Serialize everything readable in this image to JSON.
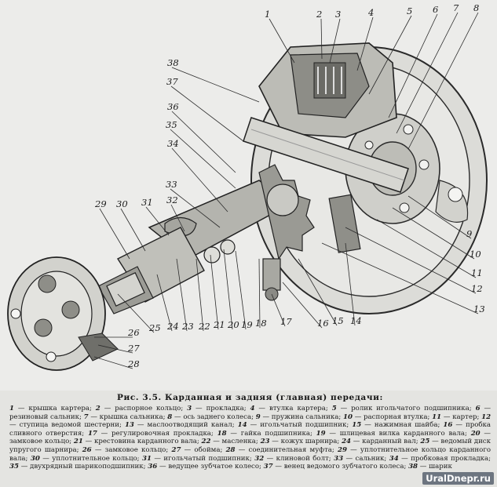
{
  "figure": {
    "callouts": [
      "1",
      "2",
      "3",
      "4",
      "5",
      "6",
      "7",
      "8",
      "9",
      "10",
      "11",
      "12",
      "13",
      "14",
      "15",
      "16",
      "17",
      "18",
      "19",
      "20",
      "21",
      "22",
      "23",
      "24",
      "25",
      "26",
      "27",
      "28",
      "29",
      "30",
      "31",
      "32",
      "33",
      "34",
      "35",
      "36",
      "37",
      "38"
    ]
  },
  "caption": {
    "title": "Рис. 3.5. Карданная и задняя (главная) передачи:",
    "legend": [
      {
        "num": "1",
        "text": "крышка картера;"
      },
      {
        "num": "2",
        "text": "распорное кольцо;"
      },
      {
        "num": "3",
        "text": "прокладка;"
      },
      {
        "num": "4",
        "text": "втулка картера;"
      },
      {
        "num": "5",
        "text": "ролик игольчатого подшипника;"
      },
      {
        "num": "6",
        "text": "резиновый сальник;"
      },
      {
        "num": "7",
        "text": "крышка сальника;"
      },
      {
        "num": "8",
        "text": "ось заднего колеса;"
      },
      {
        "num": "9",
        "text": "пружина сальника;"
      },
      {
        "num": "10",
        "text": "распорная втулка;"
      },
      {
        "num": "11",
        "text": "картер;"
      },
      {
        "num": "12",
        "text": "ступица ведомой шестерни;"
      },
      {
        "num": "13",
        "text": "маслоотводящий канал;"
      },
      {
        "num": "14",
        "text": "игольчатый подшипник;"
      },
      {
        "num": "15",
        "text": "нажимная шайба;"
      },
      {
        "num": "16",
        "text": "пробка сливного отверстия;"
      },
      {
        "num": "17",
        "text": "регулировочная прокладка;"
      },
      {
        "num": "18",
        "text": "гайка подшипника;"
      },
      {
        "num": "19",
        "text": "шлицевая вилка карданного вала;"
      },
      {
        "num": "20",
        "text": "замковое кольцо;"
      },
      {
        "num": "21",
        "text": "крестовина карданного вала;"
      },
      {
        "num": "22",
        "text": "масленка;"
      },
      {
        "num": "23",
        "text": "кожух шарнира;"
      },
      {
        "num": "24",
        "text": "карданный вал;"
      },
      {
        "num": "25",
        "text": "ведомый диск упругого шарнира;"
      },
      {
        "num": "26",
        "text": "замковое кольцо;"
      },
      {
        "num": "27",
        "text": "обойма;"
      },
      {
        "num": "28",
        "text": "соединительная муфта;"
      },
      {
        "num": "29",
        "text": "уплотнительное кольцо карданного вала;"
      },
      {
        "num": "30",
        "text": "уплотнительное кольцо;"
      },
      {
        "num": "31",
        "text": "игольчатый подшипник;"
      },
      {
        "num": "32",
        "text": "клиновой болт;"
      },
      {
        "num": "33",
        "text": "сальник;"
      },
      {
        "num": "34",
        "text": "пробковая прокладка;"
      },
      {
        "num": "35",
        "text": "двухрядный шарикоподшипник;"
      },
      {
        "num": "36",
        "text": "ведущее зубчатое колесо;"
      },
      {
        "num": "37",
        "text": "венец ведомого зубчатого колеса;"
      },
      {
        "num": "38",
        "text": "шарик"
      }
    ]
  },
  "watermark": "UralDnepr.ru"
}
